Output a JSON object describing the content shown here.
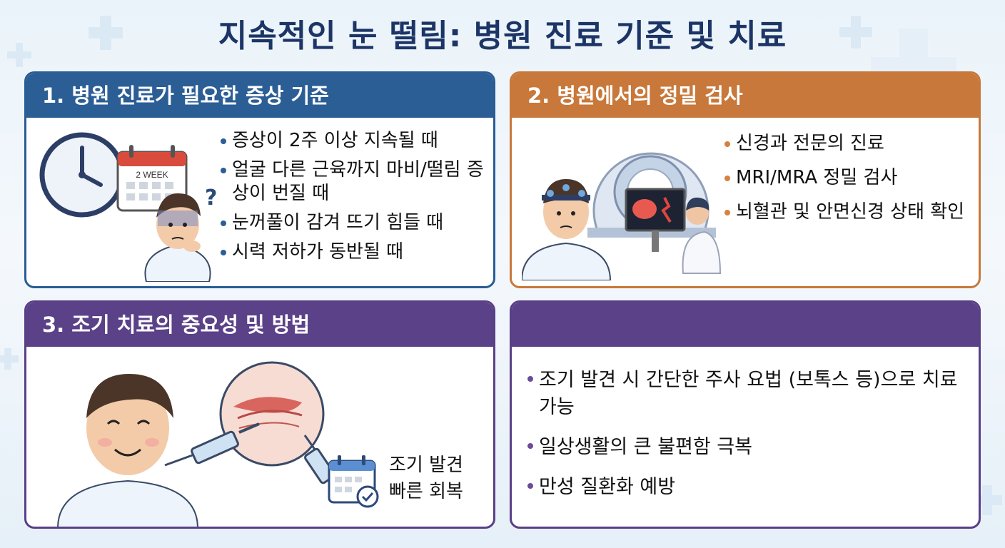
{
  "page": {
    "title": "지속적인 눈 떨림: 병원 진료 기준 및 치료"
  },
  "panel1": {
    "heading": "1. 병원 진료가 필요한 증상 기준",
    "items": [
      "증상이 2주 이상 지속될 때",
      "얼굴 다른 근육까지 마비/떨림 증상이 번질 때",
      "눈꺼풀이 감겨 뜨기 힘들 때",
      "시력 저하가 동반될 때"
    ],
    "calendar_label": "2 WEEK",
    "question_mark": "?"
  },
  "panel2": {
    "heading": "2. 병원에서의 정밀 검사",
    "items": [
      "신경과 전문의 진료",
      "MRI/MRA 정밀 검사",
      "뇌혈관 및 안면신경 상태 확인"
    ]
  },
  "panel3": {
    "heading": "3. 조기 치료의 중요성 및 방법",
    "note_line1": "조기 발견",
    "note_line2": "빠른 회복"
  },
  "panel4": {
    "heading": "",
    "items": [
      "조기 발견 시 간단한 주사 요법 (보톡스 등)으로 치료 가능",
      "일상생활의 큰 불편함 극복",
      "만성 질환화 예방"
    ]
  },
  "colors": {
    "title": "#1c3566",
    "panel1_header": "#2c5e96",
    "panel2_header": "#c8783a",
    "panel3_header": "#5b4188",
    "panel4_header": "#5b4188"
  },
  "icons": [
    "clock-icon",
    "calendar-icon",
    "check-calendar-icon",
    "syringe-icon"
  ]
}
